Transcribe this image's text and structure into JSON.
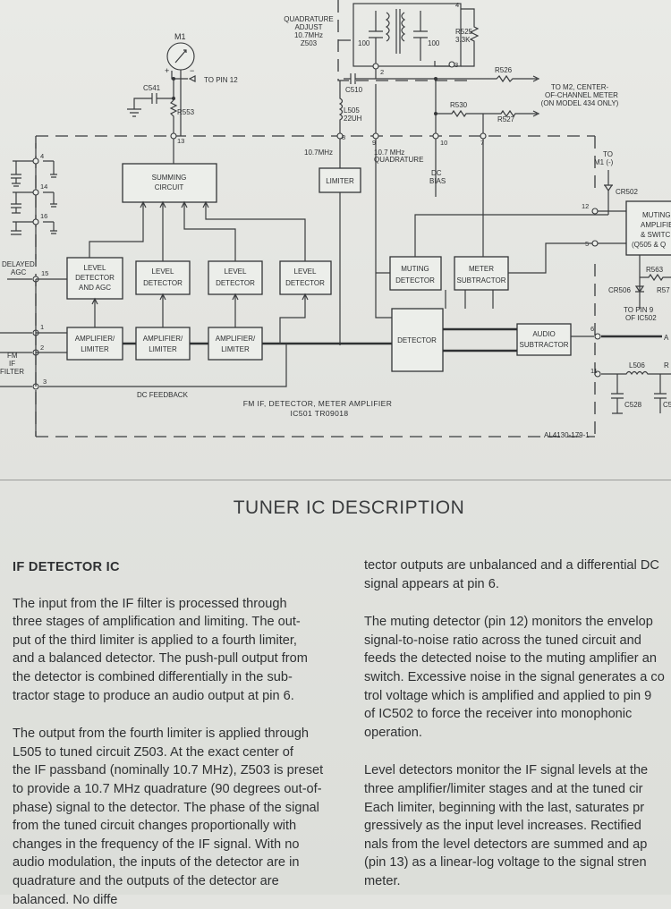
{
  "schematic": {
    "quadrature_adjust": [
      "QUADRATURE",
      "ADJUST",
      "10.7MHz",
      "Z503"
    ],
    "m1": "M1",
    "to_pin12": "TO PIN 12",
    "c541": "C541",
    "r553": "R553",
    "r525": [
      "R525",
      "3.3K"
    ],
    "cap100_a": "100",
    "cap100_b": "100",
    "r526": "R526",
    "c510": "C510",
    "l505": [
      "L505",
      "22UH"
    ],
    "r530": "R530",
    "r527": "R527",
    "to_m2": [
      "TO M2, CENTER-",
      "OF-CHANNEL METER",
      "(ON MODEL 434 ONLY)"
    ],
    "freq_107": "10.7MHz",
    "quad_107": [
      "10.7 MHz",
      "QUADRATURE"
    ],
    "dc_bias": [
      "DC",
      "BIAS"
    ],
    "to_m1": [
      "TO",
      "M1 (-)"
    ],
    "cr502": "CR502",
    "summing": [
      "SUMMING",
      "CIRCUIT"
    ],
    "limiter": "LIMITER",
    "muting_amp": [
      "MUTING",
      "AMPLIFIE",
      "& SWITC",
      "(Q505 & Q"
    ],
    "delayed_agc": [
      "DELAYED",
      "AGC"
    ],
    "level_agc": [
      "LEVEL",
      "DETECTOR",
      "AND AGC"
    ],
    "level_det": [
      "LEVEL",
      "DETECTOR"
    ],
    "muting_det": [
      "MUTING",
      "DETECTOR"
    ],
    "meter_sub": [
      "METER",
      "SUBTRACTOR"
    ],
    "r563": "R563",
    "cr506": "CR506",
    "r57x": "R57",
    "to_pin9": [
      "TO PIN 9",
      "OF IC502"
    ],
    "amp_lim": [
      "AMPLIFIER/",
      "LIMITER"
    ],
    "detector": "DETECTOR",
    "audio_sub": [
      "AUDIO",
      "SUBTRACTOR"
    ],
    "a_out": "A",
    "fm_if_filter": [
      "FM",
      "IF",
      "FILTER"
    ],
    "l506": "L506",
    "r_cut": "R",
    "dc_feedback": "DC FEEDBACK",
    "c528": "C528",
    "c5_cut": "C5",
    "caption": [
      "FM IF, DETECTOR, METER AMPLIFIER",
      "IC501  TR09018"
    ],
    "drawing_no": "AL4130-179-1",
    "pins": [
      "1",
      "2",
      "3",
      "4",
      "5",
      "6",
      "7",
      "8",
      "9",
      "10",
      "11",
      "12",
      "13",
      "14",
      "15",
      "16"
    ]
  },
  "heading": "TUNER IC DESCRIPTION",
  "left": {
    "subheading": "IF DETECTOR IC",
    "p1": [
      "The input from the IF filter is processed through",
      "three stages of amplification and limiting.  The out-",
      "put of the third limiter is applied to a fourth limiter,",
      "and a balanced detector.  The push-pull output from",
      "the detector is combined differentially in the sub-",
      "tractor stage to produce an audio output at pin 6."
    ],
    "p2": [
      "The output from the fourth limiter is applied through",
      "L505 to tuned circuit Z503.  At the exact center of",
      "the IF passband (nominally 10.7 MHz), Z503 is preset",
      "to provide a 10.7 MHz quadrature (90 degrees out-of-",
      "phase) signal to the detector.  The phase of the signal",
      "from the tuned circuit changes proportionally with",
      "changes in the frequency of the IF signal.  With no",
      "audio modulation, the inputs of the detector are in",
      "quadrature and the outputs of the detector are",
      "balanced.  No diffe"
    ]
  },
  "right": {
    "p1": [
      "tector outputs are unbalanced and a differential DC",
      "signal appears at pin 6."
    ],
    "p2": [
      "The muting detector (pin 12) monitors the envelop",
      "signal-to-noise ratio across the tuned circuit and",
      "feeds the detected noise to the muting amplifier an",
      "switch.  Excessive noise in the signal generates a co",
      "trol voltage which is amplified and applied to pin 9",
      "of IC502 to force the receiver into monophonic",
      "operation."
    ],
    "p3": [
      "Level detectors monitor the IF signal levels at the",
      "three amplifier/limiter stages and at the tuned cir",
      "Each limiter, beginning with the last, saturates pr",
      "gressively as the input level increases.  Rectified",
      "nals from the level detectors are summed and ap",
      "(pin 13) as a linear-log voltage to the signal stren",
      "meter."
    ]
  }
}
